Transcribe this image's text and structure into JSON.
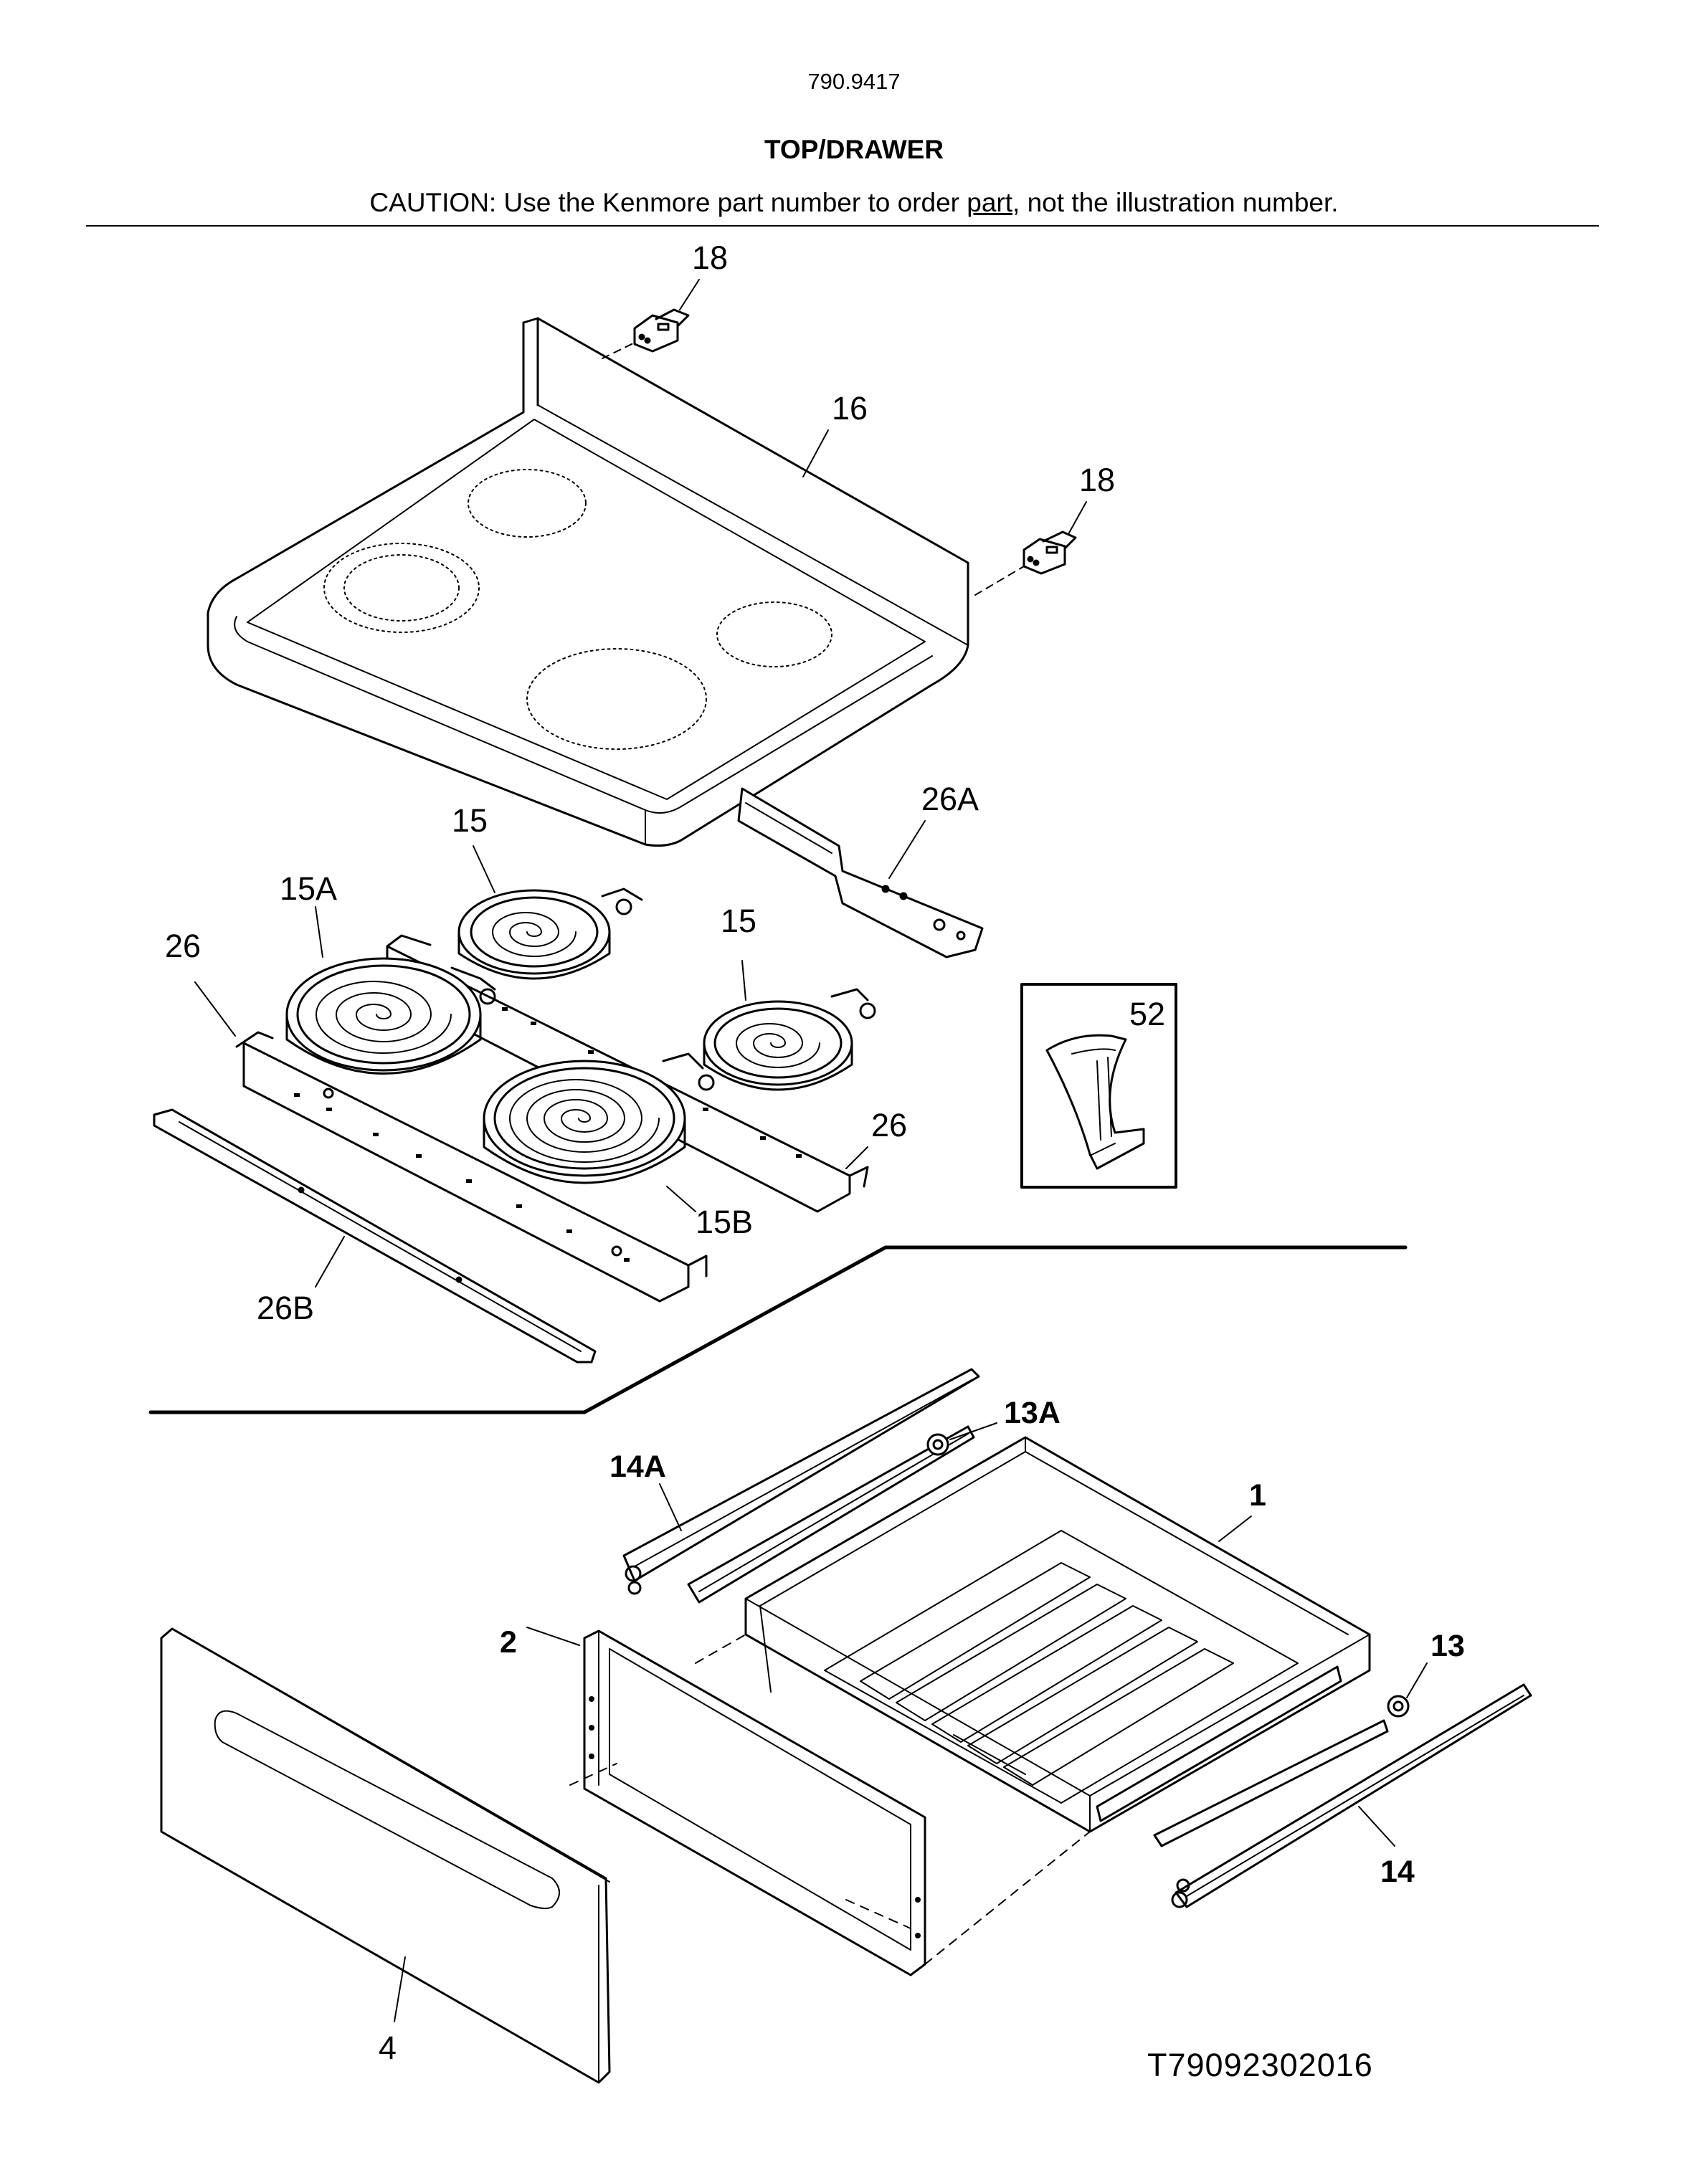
{
  "header": {
    "model_number": "790.9417",
    "title": "TOP/DRAWER",
    "caution_before": "CAUTION: Use the Kenmore part number to order ",
    "caution_link": "part",
    "caution_after": ", not the illustration number."
  },
  "callouts": {
    "c18a": "18",
    "c16": "16",
    "c18b": "18",
    "c26a": "26A",
    "c15a_top": "15",
    "c15A": "15A",
    "c26_left": "26",
    "c15_right": "15",
    "c52": "52",
    "c26_right": "26",
    "c15B": "15B",
    "c26B": "26B",
    "c13A": "13A",
    "c14A": "14A",
    "c1": "1",
    "c13": "13",
    "c2": "2",
    "c14": "14",
    "c4": "4"
  },
  "footer": {
    "illustration_ref": "T79092302016"
  }
}
